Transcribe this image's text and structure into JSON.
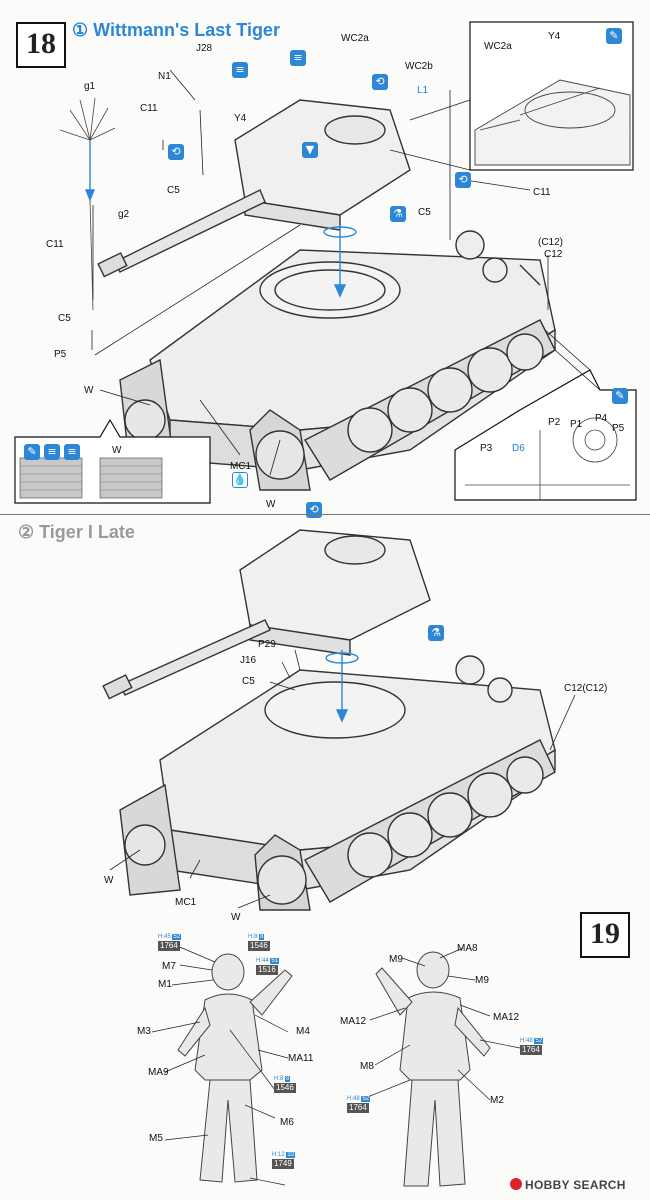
{
  "step18": {
    "number": "18",
    "variant1_title": "① Wittmann's Last Tiger",
    "variant2_title": "② Tiger I Late"
  },
  "step19": {
    "number": "19"
  },
  "labels": {
    "J28": "J28",
    "N1": "N1",
    "WC2a": "WC2a",
    "WC2b": "WC2b",
    "g1": "g1",
    "g2": "g2",
    "C11": "C11",
    "Y4": "Y4",
    "C5": "C5",
    "P5": "P5",
    "L1": "L1",
    "C12_paren": "(C12)",
    "C12": "C12",
    "W": "W",
    "MC1": "MC1",
    "inset_WC2a": "WC2a",
    "inset_Y4": "Y4",
    "P2": "P2",
    "P1": "P1",
    "P4": "P4",
    "P3": "P3",
    "D6": "D6",
    "P29": "P29",
    "J16": "J16",
    "C12C12": "C12(C12)",
    "M7": "M7",
    "M1": "M1",
    "M3": "M3",
    "M4": "M4",
    "MA11": "MA11",
    "MA9": "MA9",
    "M6": "M6",
    "M5": "M5",
    "MA8": "MA8",
    "M9": "M9",
    "MA12": "MA12",
    "M8": "M8",
    "M2": "M2"
  },
  "paints": [
    {
      "top": "H:45",
      "idx": "52",
      "code": "1764"
    },
    {
      "top": "H:8",
      "idx": "8",
      "code": "1546"
    },
    {
      "top": "H:44",
      "idx": "51",
      "code": "1516"
    },
    {
      "top": "H:8",
      "idx": "8",
      "code": "1546"
    },
    {
      "top": "H:12",
      "idx": "33",
      "code": "1749"
    },
    {
      "top": "H:48",
      "idx": "52",
      "code": "1764"
    },
    {
      "top": "H:48",
      "idx": "52",
      "code": "1764"
    }
  ],
  "watermark": "HOBBY SEARCH",
  "colors": {
    "accent": "#2d87d6",
    "ink": "#111111"
  }
}
